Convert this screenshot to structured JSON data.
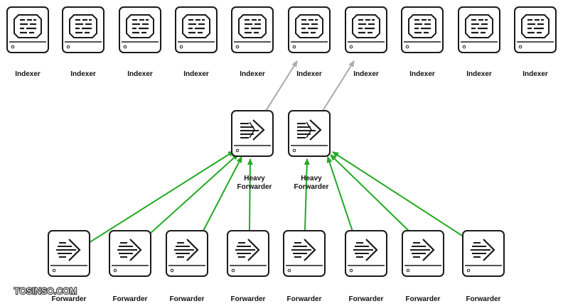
{
  "colors": {
    "background": "#ffffff",
    "box_stroke": "#1a1a1a",
    "edge_upper": "#aaaaaa",
    "edge_lower": "#22aa22"
  },
  "indexers": [
    {
      "label": "Indexer",
      "icon": "indexer-icon"
    },
    {
      "label": "Indexer",
      "icon": "indexer-icon"
    },
    {
      "label": "Indexer",
      "icon": "indexer-icon"
    },
    {
      "label": "Indexer",
      "icon": "indexer-icon"
    },
    {
      "label": "Indexer",
      "icon": "indexer-icon"
    },
    {
      "label": "Indexer",
      "icon": "indexer-icon"
    },
    {
      "label": "Indexer",
      "icon": "indexer-icon"
    },
    {
      "label": "Indexer",
      "icon": "indexer-icon"
    },
    {
      "label": "Indexer",
      "icon": "indexer-icon"
    },
    {
      "label": "Indexer",
      "icon": "indexer-icon"
    }
  ],
  "heavy_forwarders": [
    {
      "label_line1": "Heavy",
      "label_line2": "Forwarder",
      "icon": "heavy-forwarder-icon"
    },
    {
      "label_line1": "Heavy",
      "label_line2": "Forwarder",
      "icon": "heavy-forwarder-icon"
    }
  ],
  "forwarders": [
    {
      "label": "Forwarder",
      "icon": "forwarder-icon"
    },
    {
      "label": "Forwarder",
      "icon": "forwarder-icon"
    },
    {
      "label": "Forwarder",
      "icon": "forwarder-icon"
    },
    {
      "label": "Forwarder",
      "icon": "forwarder-icon"
    },
    {
      "label": "Forwarder",
      "icon": "forwarder-icon"
    },
    {
      "label": "Forwarder",
      "icon": "forwarder-icon"
    },
    {
      "label": "Forwarder",
      "icon": "forwarder-icon"
    },
    {
      "label": "Forwarder",
      "icon": "forwarder-icon"
    }
  ],
  "connections": {
    "heavy_to_indexer": [
      {
        "from": 0,
        "to": 5
      },
      {
        "from": 1,
        "to": 6
      }
    ],
    "forwarder_to_heavy": [
      {
        "from": 0,
        "to": 0
      },
      {
        "from": 1,
        "to": 0
      },
      {
        "from": 2,
        "to": 0
      },
      {
        "from": 3,
        "to": 0
      },
      {
        "from": 4,
        "to": 1
      },
      {
        "from": 5,
        "to": 1
      },
      {
        "from": 6,
        "to": 1
      },
      {
        "from": 7,
        "to": 1
      }
    ]
  },
  "watermark": "TOSINSO.COM"
}
